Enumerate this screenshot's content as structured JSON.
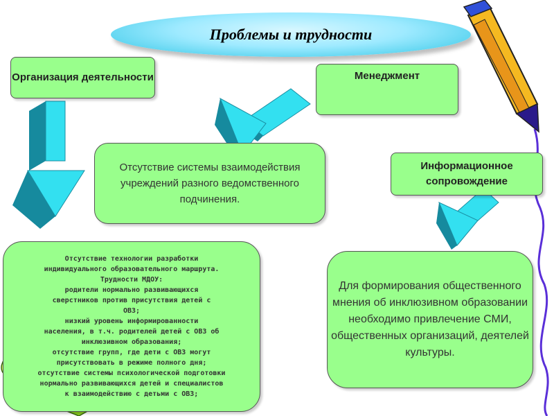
{
  "title": "Проблемы и трудности",
  "boxes": {
    "organization": "Организация деятельности",
    "management": "Менеджмент",
    "info_support": "Информационное сопровождение",
    "system_absence": "Отсутствие системы взаимодействия учреждений разного ведомственного подчинения.",
    "media": "Для формирования общественного мнения об инклюзивном образовании необходимо привлечение СМИ, общественных организаций, деятелей культуры."
  },
  "tech_lines": [
    "Отсутствие технологии разработки",
    "индивидуального образовательного маршрута.",
    "Трудности МДОУ:",
    "родители нормально развивающихся",
    "сверстников против присутствия детей с",
    "ОВЗ;",
    "низкий уровень информированности",
    "населения, в т.ч. родителей детей с ОВЗ об",
    "инклюзивном образования;",
    "отсутствие  групп, где дети с ОВЗ могут",
    "присутствовать в режиме полного дня;",
    "отсутствие системы психологической подготовки",
    "нормально развивающихся детей и специалистов",
    "к взаимодействию с детьми с ОВЗ;"
  ],
  "colors": {
    "box_fill": "#99ff8c",
    "arrow_fill": "#33e0f0",
    "arrow_side": "#168a9e",
    "title_fill": "#9eeaff"
  },
  "icons": [
    "pencil-icon",
    "pencils-icon"
  ]
}
